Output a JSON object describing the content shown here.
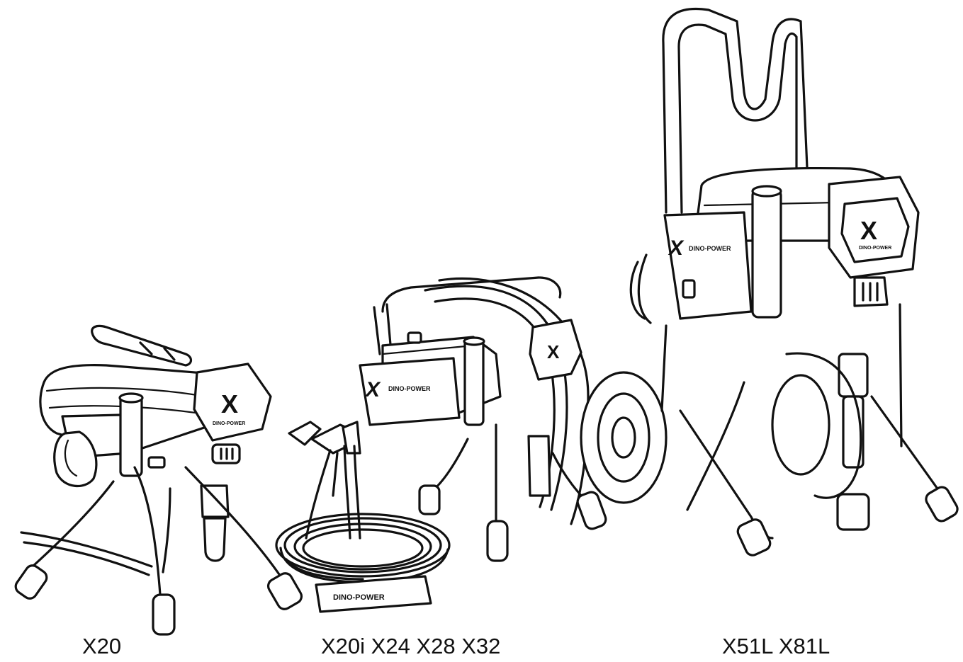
{
  "brand": {
    "logo_letter": "X",
    "name": "DINO-POWER"
  },
  "products": [
    {
      "label": "X20"
    },
    {
      "label": "X20i X24 X28 X32"
    },
    {
      "label": "X51L X81L"
    }
  ],
  "colors": {
    "ink": "#111111",
    "background": "#ffffff"
  }
}
